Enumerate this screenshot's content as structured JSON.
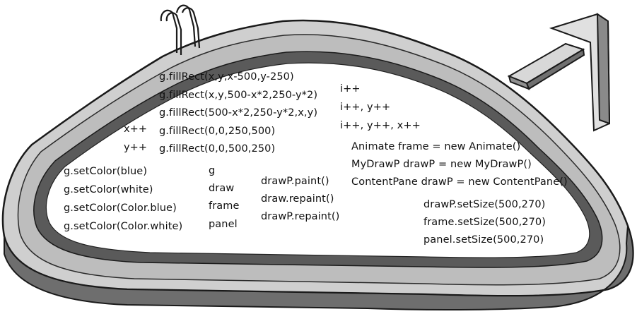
{
  "snippets": {
    "fill_rects": [
      "g.fillRect(x,y,x-500,y-250)",
      "g.fillRect(x,y,500-x*2,250-y*2)",
      "g.fillRect(500-x*2,250-y*2,x,y)",
      "g.fillRect(0,0,250,500)",
      "g.fillRect(0,0,500,250)"
    ],
    "increments_left": [
      "x++",
      "y++"
    ],
    "increments_right": [
      "i++",
      "i++, y++",
      "i++, y++, x++"
    ],
    "declarations": [
      "Animate frame = new Animate()",
      "MyDrawP  drawP = new MyDrawP()",
      "ContentPane drawP = new ContentPane()"
    ],
    "set_colors": [
      "g.setColor(blue)",
      "g.setColor(white)",
      "g.setColor(Color.blue)",
      "g.setColor(Color.white)"
    ],
    "identifiers": [
      "g",
      "draw",
      "frame",
      "panel"
    ],
    "paint_calls": [
      "drawP.paint()",
      "draw.repaint()",
      "drawP.repaint()"
    ],
    "set_sizes": [
      "drawP.setSize(500,270)",
      "frame.setSize(500,270)",
      "panel.setSize(500,270)"
    ]
  }
}
